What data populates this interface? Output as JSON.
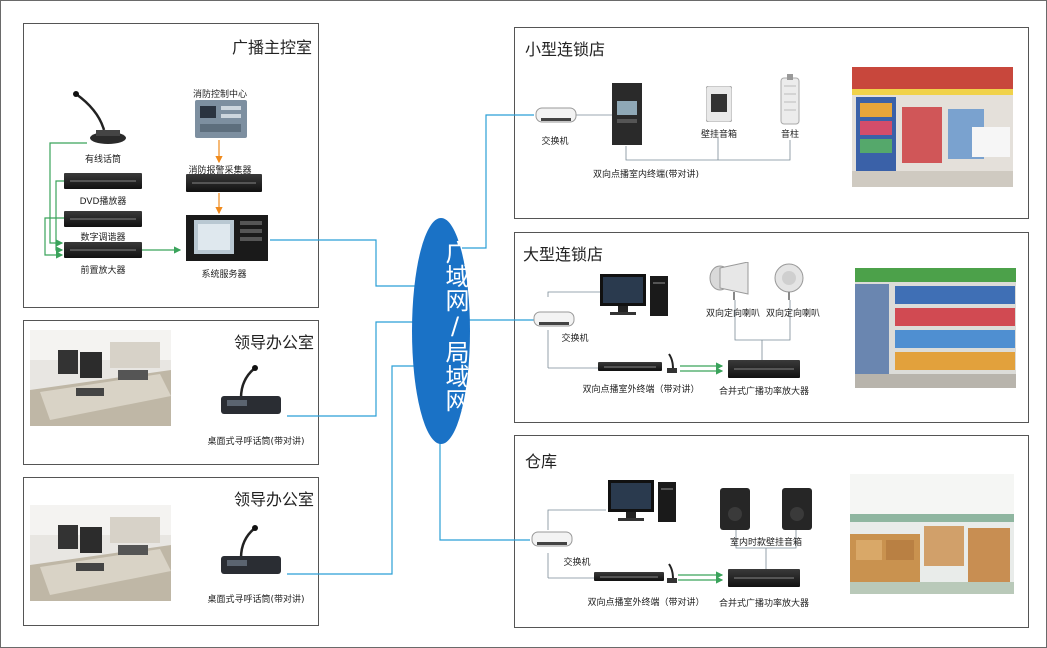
{
  "network_label": "广域网/局域网",
  "panels": {
    "broadcast_room": {
      "title": "广播主控室",
      "labels": {
        "mic": "有线话筒",
        "fire_center": "消防控制中心",
        "fire_collector": "消防报警采集器",
        "dvd": "DVD播放器",
        "tuner": "数字调谐器",
        "preamp": "前置放大器",
        "server": "系统服务器"
      }
    },
    "office1": {
      "title": "领导办公室",
      "device": "桌面式寻呼话筒(带对讲)"
    },
    "office2": {
      "title": "领导办公室",
      "device": "桌面式寻呼话筒(带对讲)"
    },
    "small_store": {
      "title": "小型连锁店",
      "labels": {
        "switch": "交换机",
        "terminal": "双向点播室内终端(带对讲)",
        "wall_speaker": "壁挂音箱",
        "column": "音柱"
      }
    },
    "large_store": {
      "title": "大型连锁店",
      "labels": {
        "switch": "交换机",
        "horn1": "双向定向喇叭",
        "horn2": "双向定向喇叭",
        "terminal": "双向点播室外终端（带对讲）",
        "amp": "合并式广播功率放大器"
      }
    },
    "warehouse": {
      "title": "仓库",
      "labels": {
        "switch": "交换机",
        "speakers": "室内时款壁挂音箱",
        "terminal": "双向点播室外终端（带对讲）",
        "amp": "合并式广播功率放大器"
      }
    }
  },
  "colors": {
    "network_blue": "#1a72c6",
    "link_line": "#2b9fd6",
    "arrow_orange": "#f08a1c",
    "arrow_green": "#3aa35b",
    "panel_border": "#555555"
  }
}
